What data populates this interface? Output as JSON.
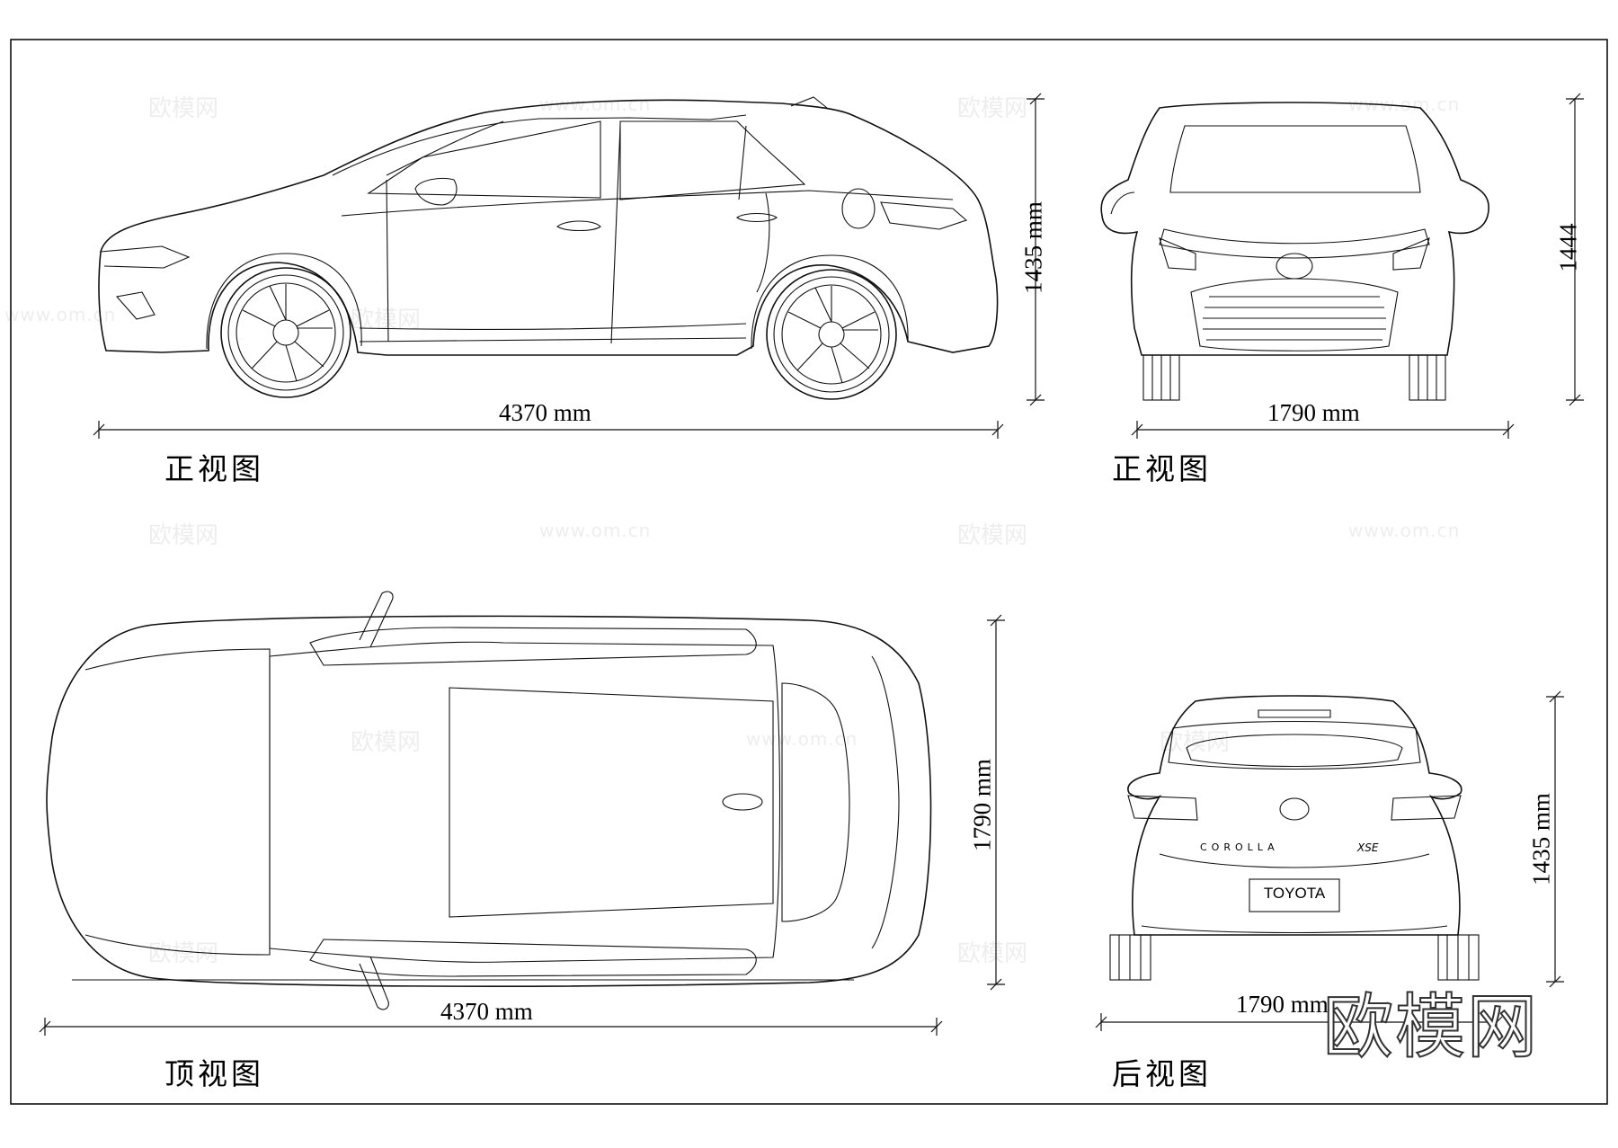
{
  "views": {
    "side": {
      "label": "正视图",
      "length_dim": "4370 mm",
      "height_dim": "1435 mm"
    },
    "front": {
      "label": "正视图",
      "width_dim": "1790 mm",
      "height_dim": "1444"
    },
    "top": {
      "label": "顶视图",
      "length_dim": "4370 mm",
      "width_dim": "1790 mm"
    },
    "rear": {
      "label": "后视图",
      "width_dim": "1790 mm",
      "height_dim": "1435 mm",
      "badge_model": "COROLLA",
      "badge_trim": "XSE",
      "plate": "TOYOTA"
    }
  },
  "brand": "欧模网",
  "watermarks": {
    "text": "欧模网",
    "url": "www.om.cn"
  }
}
